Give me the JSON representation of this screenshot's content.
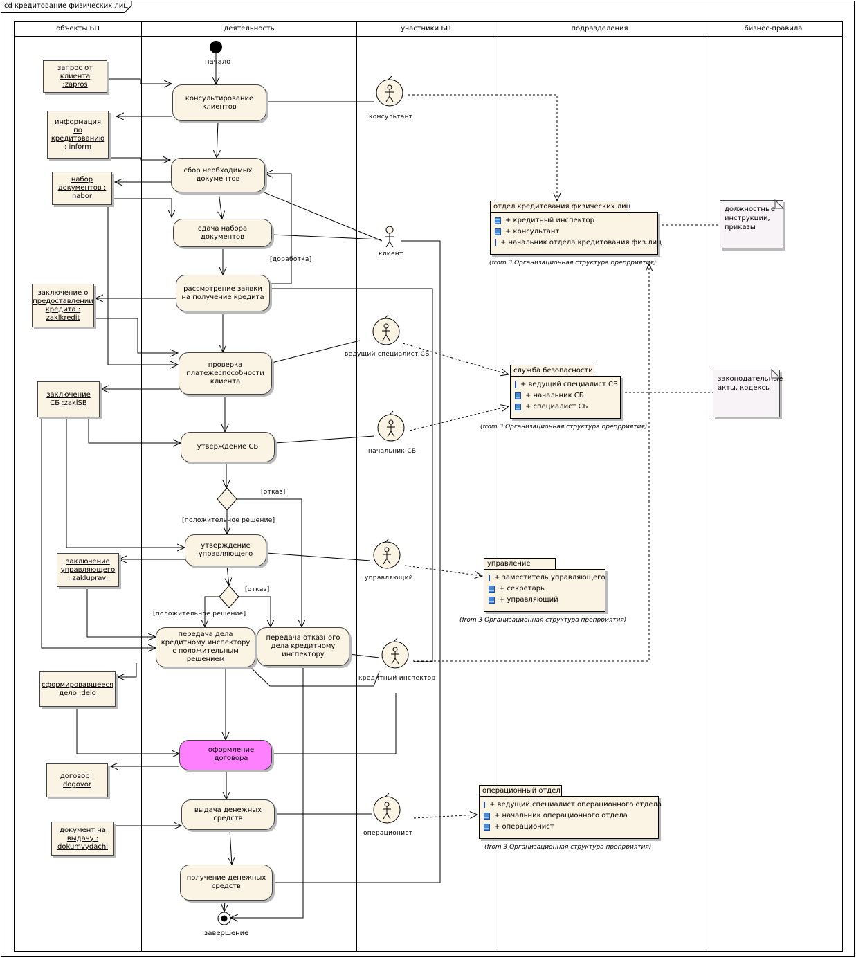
{
  "diagram": {
    "title": "cd кредитование физических лиц",
    "lanes": [
      "объекты БП",
      "деятельность",
      "участники БП",
      "подразделения",
      "бизнес-правила"
    ]
  },
  "nodes": {
    "start": "начало",
    "end": "завершение",
    "activities": {
      "consult": "консультирование клиентов",
      "collect": "сбор необходимых документов",
      "submit": "сдача набора документов",
      "review": "рассмотрение заявки на получение кредита",
      "check": "проверка платежеспособности клиента",
      "approve_sb": "утверждение СБ",
      "approve_mgr": "утверждение управляющего",
      "transfer_pos": "передача дела кредитному инспектору с положительным решением",
      "transfer_neg": "передача отказного дела кредитному инспектору",
      "contract": "оформление договора",
      "issue": "выдача денежных средств",
      "receive": "получение денежных средств"
    },
    "objects": {
      "zapros": "запрос от клиента :zapros",
      "inform": "информация по кредитованию : inform",
      "nabor": "набор документов : nabor",
      "zaklkredit": "заключение о предоставлении кредита : zaklkredit",
      "zaklSB": "заключение СБ :zaklSB",
      "zaklupravl": "заключение управляющего : zaklupravl",
      "delo": "сформировавшееся дело :delo",
      "dogovor": "договор : dogovor",
      "dokumvydachi": "документ на выдачу : dokumvydachi"
    },
    "guards": {
      "rework": "[доработка]",
      "reject1": "[отказ]",
      "positive1": "[положительное решение]",
      "reject2": "[отказ]",
      "positive2": "[положительное решение]"
    },
    "actors": {
      "consultant": "консультант",
      "client": "клиент",
      "lead_sb": "ведущий специалист СБ",
      "head_sb": "начальник СБ",
      "manager": "управляющий",
      "credit_inspector": "кредитный инспектор",
      "operator": "операционист"
    }
  },
  "departments": {
    "credit": {
      "name": "отдел кредитования физических лиц",
      "items": [
        "+ кредитный инспектор",
        "+ консультант",
        "+ начальник отдела кредитования физ.лиц"
      ],
      "from": "(from 3 Организационная структура препрриятия)"
    },
    "security": {
      "name": "служба безопасности",
      "items": [
        "+ ведущий специалист СБ",
        "+ начальник СБ",
        "+ специалист СБ"
      ],
      "from": "(from 3 Организационная структура препрриятия)"
    },
    "management": {
      "name": "управление",
      "items": [
        "+ заместитель управляющего",
        "+ секретарь",
        "+ управляющий"
      ],
      "from": "(from 3 Организационная структура препрриятия)"
    },
    "operations": {
      "name": "операционный отдел",
      "items": [
        "+ ведущий специалист операционного отдела",
        "+ начальник операционного отдела",
        "+ операционист"
      ],
      "from": "(from 3 Организационная структура препрриятия)"
    }
  },
  "notes": {
    "instructions": "должностные инструкции, приказы",
    "laws": "законодательные акты, кодексы"
  }
}
